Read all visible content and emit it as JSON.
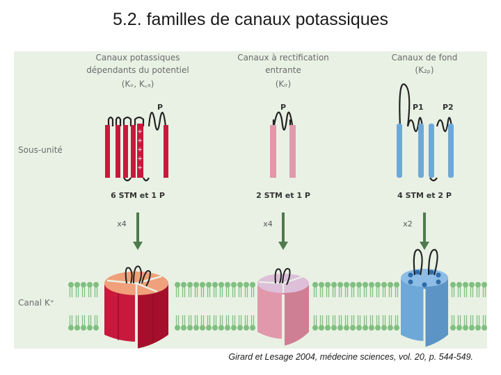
{
  "slide": {
    "title": "5.2. familles de canaux potassiques",
    "citation": "Girard et Lesage 2004, médecine sciences, vol. 20, p. 544-549."
  },
  "row_labels": {
    "subunit": "Sous-unité",
    "channel": "Canal K⁺"
  },
  "columns": [
    {
      "title_line1": "Canaux potassiques",
      "title_line2": "dépendants du potentiel",
      "title_line3": "(Kᵥ, K꜀ₐ)",
      "pore_label": "P",
      "subunit_caption": "6 STM et 1 P",
      "multiplier": "x4",
      "color": "#c8193c"
    },
    {
      "title_line1": "Canaux à rectification",
      "title_line2": "entrante",
      "title_line3": "(Kᵢᵣ)",
      "pore_label": "P",
      "subunit_caption": "2 STM et 1 P",
      "multiplier": "x4",
      "color": "#e298ab"
    },
    {
      "title_line1": "Canaux de fond",
      "title_line2": "(K₂ₚ)",
      "title_line3": "",
      "pore_label_1": "P1",
      "pore_label_2": "P2",
      "subunit_caption": "4 STM et 2 P",
      "multiplier": "x2",
      "color": "#6ea8d8"
    }
  ],
  "colors": {
    "background": "#e9f1e4",
    "label_text": "#6b6b6b",
    "caption_text": "#333333",
    "arrow": "#4f7a4f",
    "membrane_lipid": "#7fbf7f",
    "pore_loop": "#222222"
  }
}
